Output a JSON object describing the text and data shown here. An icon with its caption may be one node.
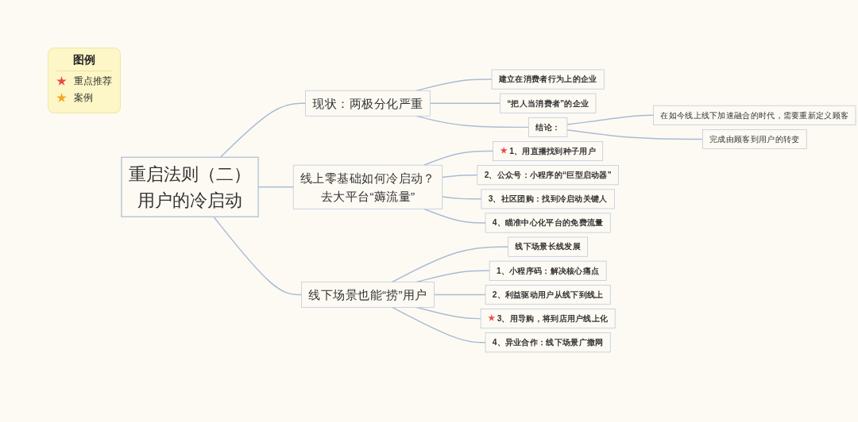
{
  "diagram": {
    "nodes": [
      {
        "text": [
          "重启法则（二）",
          "用户的冷启动"
        ]
      },
      {
        "text": [
          "现状：两极分化严重"
        ]
      },
      {
        "text": [
          "建立在消费者行为上的企业"
        ]
      },
      {
        "text": [
          "“把人当消费者”的企业"
        ]
      },
      {
        "text": [
          "结论："
        ]
      },
      {
        "text": [
          "在如今线上线下加速融合的时代，需要重新定义顾客"
        ]
      },
      {
        "text": [
          "完成由顾客到用户的转变"
        ]
      },
      {
        "text": [
          "线上零基础如何冷启动？",
          "去大平台“薅流量”"
        ]
      },
      {
        "text": [
          "1、用直播找到种子用户"
        ]
      },
      {
        "text": [
          "2、公众号：小程序的“巨型启动器\""
        ]
      },
      {
        "text": [
          "3、社区团购：找到冷启动关键人"
        ]
      },
      {
        "text": [
          "4、瞄准中心化平台的免费流量"
        ]
      },
      {
        "text": [
          "线下场景也能“捞”用户"
        ]
      },
      {
        "text": [
          "线下场景长线发展"
        ]
      },
      {
        "text": [
          "1、小程序码：解决核心痛点"
        ]
      },
      {
        "text": [
          "2、利益驱动用户从线下到线上"
        ]
      },
      {
        "text": [
          "3、用导购，将到店用户线上化"
        ]
      },
      {
        "text": [
          "4、异业合作：线下场景广撒网"
        ]
      }
    ],
    "edges": [
      {
        "from": 0,
        "to": 1,
        "arrow": "none"
      },
      {
        "from": 1,
        "to": 2,
        "arrow": "none"
      },
      {
        "from": 1,
        "to": 3,
        "arrow": "none"
      },
      {
        "from": 1,
        "to": 4,
        "arrow": "none"
      },
      {
        "from": 4,
        "to": 5,
        "arrow": "none"
      },
      {
        "from": 4,
        "to": 6,
        "arrow": "none"
      },
      {
        "from": 0,
        "to": 7,
        "arrow": "none"
      },
      {
        "from": 7,
        "to": 8,
        "arrow": "none"
      },
      {
        "from": 7,
        "to": 9,
        "arrow": "none"
      },
      {
        "from": 7,
        "to": 10,
        "arrow": "none"
      },
      {
        "from": 7,
        "to": 11,
        "arrow": "none"
      },
      {
        "from": 0,
        "to": 12,
        "arrow": "none"
      },
      {
        "from": 12,
        "to": 13,
        "arrow": "none"
      },
      {
        "from": 12,
        "to": 14,
        "arrow": "none"
      },
      {
        "from": 12,
        "to": 15,
        "arrow": "none"
      },
      {
        "from": 12,
        "to": 16,
        "arrow": "none"
      },
      {
        "from": 12,
        "to": 17,
        "arrow": "none"
      }
    ],
    "labels": [
      "图例"
    ],
    "legend": [
      {
        "text": "重点推荐",
        "color": "#e84c4c"
      },
      {
        "text": "案例",
        "color": "#f5a623"
      }
    ]
  }
}
